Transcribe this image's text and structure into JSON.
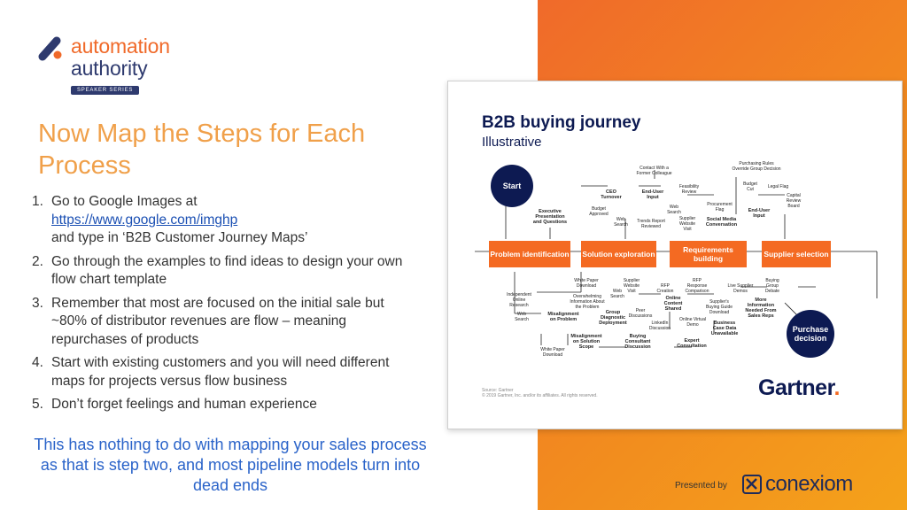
{
  "logo": {
    "line1": "automation",
    "line2": "authority",
    "badge": "SPEAKER SERIES",
    "mark_colors": [
      "#2e3a6e",
      "#f06a2a"
    ]
  },
  "slide": {
    "title": "Now Map the Steps for Each Process",
    "steps": [
      {
        "num": "1.",
        "text_before": "Go to Google Images at",
        "link": "https://www.google.com/imghp",
        "text_after": "and type in ‘B2B Customer Journey Maps’"
      },
      {
        "num": "2.",
        "text": "Go through the examples to find ideas to design your own flow chart template"
      },
      {
        "num": "3.",
        "text": "Remember that most are focused on the initial sale but ~80% of distributor revenues are flow – meaning repurchases of products"
      },
      {
        "num": "4.",
        "text": "Start with existing customers and you will need different maps for projects versus flow business"
      },
      {
        "num": "5.",
        "text": "Don’t forget feelings and human experience"
      }
    ],
    "callout": "This has nothing to do with mapping your sales process as that is step two, and most pipeline models turn into dead ends"
  },
  "footer": {
    "presented_by": "Presented by",
    "brand": "conexiom"
  },
  "figure": {
    "title": "B2B buying journey",
    "subtitle": "Illustrative",
    "start": "Start",
    "end": "Purchase decision",
    "stages": [
      "Problem identification",
      "Solution exploration",
      "Requirements building",
      "Supplier selection"
    ],
    "top_labels": {
      "contact": "Contact With a\nFormer Colleague",
      "rules": "Purchasing Rules\nOverride Group Decision",
      "feasibility": "Feasibility\nReview",
      "budget_cut": "Budget\nCut",
      "legal": "Legal Flag",
      "capital": "Capital\nReview\nBoard",
      "ceo": "CEO\nTurnover",
      "enduser1": "End-User\nInput",
      "procurement": "Procurement\nFlag",
      "enduser2": "End-User\nInput",
      "budget_approved": "Budget\nApproved",
      "web_search1": "Web\nSearch",
      "exec": "Executive\nPresentation\nand Questions",
      "web_search2": "Web\nSearch",
      "trends": "Trends Report\nReviewed",
      "supplier_visit": "Supplier\nWebsite\nVisit",
      "social": "Social Media\nConversation"
    },
    "bottom_labels": {
      "whitepaper1": "White Paper\nDownload",
      "supplier_web": "Supplier\nWebsite\nVisit",
      "rfp_creation": "RFP\nCreation",
      "rfp_response": "RFP\nResponse\nComparison",
      "live_demos": "Live Supplier\nDemos",
      "buying_debate": "Buying\nGroup\nDebate",
      "independent": "Independent\nOnline\nResearch",
      "overwhelming": "Overwhelming\nInformation About\nthe Problem",
      "web_search3": "Web\nSearch",
      "online_content": "Online\nContent\nShared",
      "buying_guide": "Supplier's\nBuying Guide\nDownload",
      "more_info": "More\nInformation\nNeeded From\nSales Reps",
      "web_search4": "Web\nSearch",
      "misalign1": "Misalignment\non Problem",
      "group_diag": "Group\nDiagnostic\nDeployment",
      "peer": "Peer\nDiscussions",
      "linkedin": "LinkedIn\nDiscussion",
      "virtual_demo": "Online Virtual\nDemo",
      "case_data": "Business\nCase Data\nUnavailable",
      "misalign2": "Misalignment\non Solution\nScope",
      "consultant": "Buying\nConsultant\nDiscussion",
      "expert": "Expert\nConsultation",
      "whitepaper2": "White Paper\nDownload"
    },
    "source": "Source: Gartner\n© 2019 Gartner, Inc. and/or its affiliates. All rights reserved.",
    "brand": "Gartner",
    "colors": {
      "navy": "#0d1a52",
      "orange": "#f46a22"
    }
  }
}
